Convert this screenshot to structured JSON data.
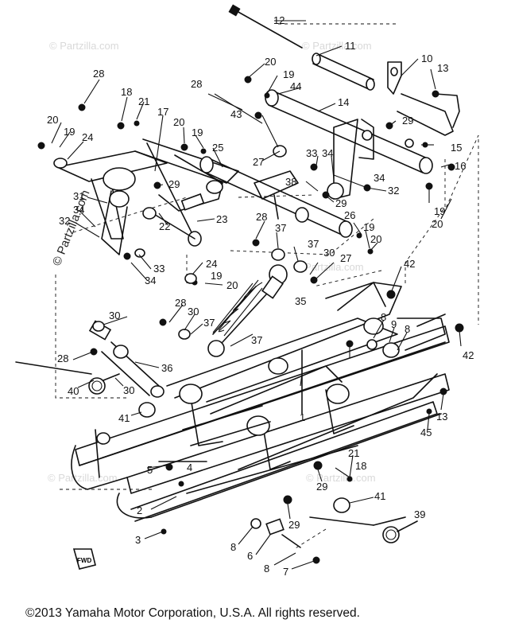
{
  "diagram": {
    "callouts": [
      "1",
      "2",
      "3",
      "4",
      "5",
      "6",
      "7",
      "8",
      "9",
      "10",
      "11",
      "12",
      "13",
      "14",
      "15",
      "16",
      "17",
      "18",
      "19",
      "20",
      "21",
      "22",
      "23",
      "24",
      "25",
      "26",
      "27",
      "28",
      "29",
      "30",
      "31",
      "32",
      "33",
      "34",
      "35",
      "36",
      "37",
      "38",
      "39",
      "40",
      "41",
      "42",
      "43",
      "44",
      "45"
    ],
    "watermark": "© Partzilla.com",
    "front_tag": "FWD"
  },
  "footer": {
    "copyright": "©2013  Yamaha Motor Corporation, U.S.A. All rights reserved."
  }
}
